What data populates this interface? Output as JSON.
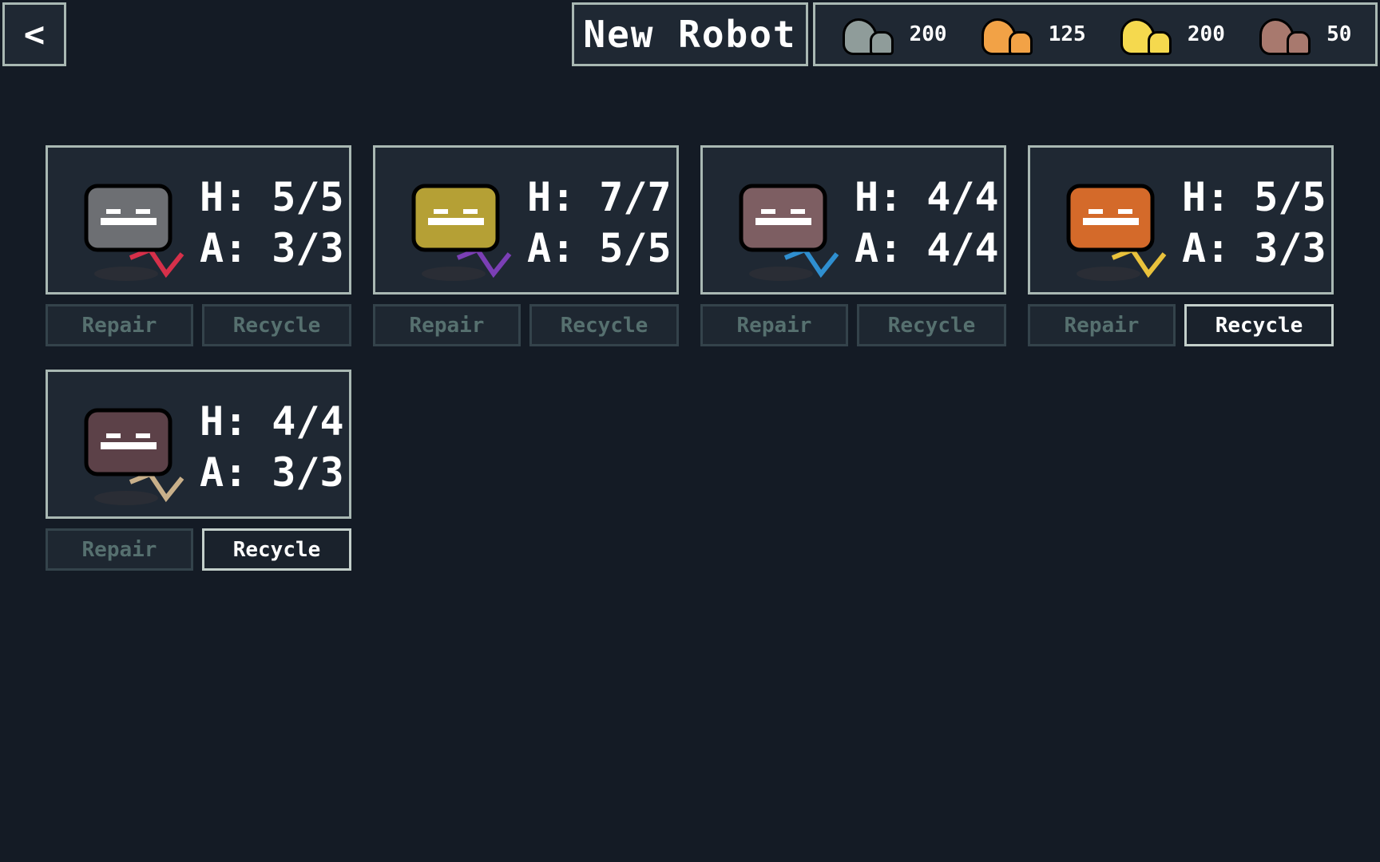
{
  "header": {
    "back_icon": "back-chevron-icon",
    "back_label": "<",
    "new_robot_label": "New Robot"
  },
  "resources": [
    {
      "name": "stone",
      "icon": "gray-ore-icon",
      "value": "200",
      "color": "#8f9c9a"
    },
    {
      "name": "copper",
      "icon": "orange-ore-icon",
      "value": "125",
      "color": "#f2a246"
    },
    {
      "name": "gold",
      "icon": "yellow-ore-icon",
      "value": "200",
      "color": "#f5d94e"
    },
    {
      "name": "clay",
      "icon": "brown-ore-icon",
      "value": "50",
      "color": "#a8796e"
    }
  ],
  "robots": [
    {
      "icon": "gray-hover-robot-icon",
      "body": "#6d6f73",
      "accent": "#d6304a",
      "health": "H: 5/5",
      "armor": "A: 3/3",
      "repair": "Repair",
      "recycle": "Recycle",
      "recycle_enabled": false
    },
    {
      "icon": "gold-walker-robot-icon",
      "body": "#b5a035",
      "accent": "#7b3fb5",
      "health": "H: 7/7",
      "armor": "A: 5/5",
      "repair": "Repair",
      "recycle": "Recycle",
      "recycle_enabled": false
    },
    {
      "icon": "brown-walker-robot-icon",
      "body": "#7d5e62",
      "accent": "#2f8fd0",
      "health": "H: 4/4",
      "armor": "A: 4/4",
      "repair": "Repair",
      "recycle": "Recycle",
      "recycle_enabled": false
    },
    {
      "icon": "orange-hover-robot-icon",
      "body": "#d46a2a",
      "accent": "#e9c23c",
      "health": "H: 5/5",
      "armor": "A: 3/3",
      "repair": "Repair",
      "recycle": "Recycle",
      "recycle_enabled": true
    },
    {
      "icon": "box-robot-icon",
      "body": "#5c4148",
      "accent": "#c9b08a",
      "health": "H: 4/4",
      "armor": "A: 3/3",
      "repair": "Repair",
      "recycle": "Recycle",
      "recycle_enabled": true
    }
  ]
}
